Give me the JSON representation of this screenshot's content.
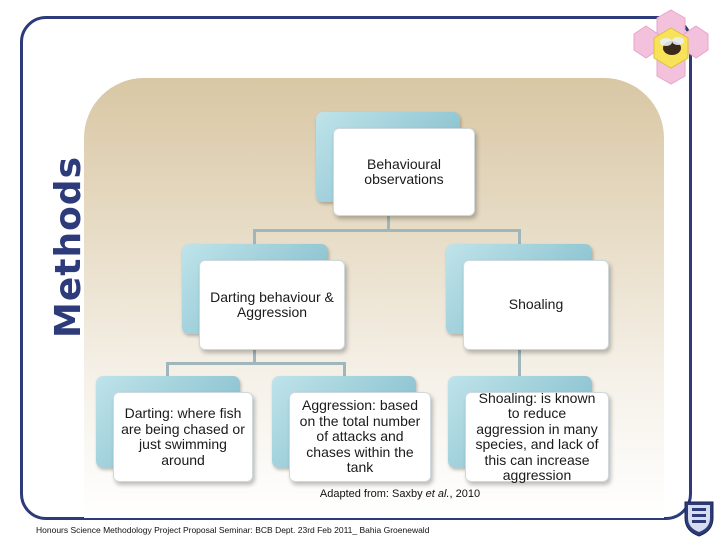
{
  "side_title": "Methods",
  "diagram": {
    "root": "Behavioural observations",
    "level1": [
      "Darting behaviour & Aggression",
      "Shoaling"
    ],
    "level2": [
      "Darting: where fish are being chased or just swimming around",
      "Aggression: based on the total number of attacks and chases within the tank",
      "Shoaling: is known to reduce aggression in many species, and lack of this can increase aggression"
    ]
  },
  "caption": {
    "prefix": "Adapted from: Saxby ",
    "italic": "et al.",
    "suffix": ", 2010"
  },
  "footer": "Honours Science Methodology Project Proposal Seminar: BCB Dept. 23rd Feb 2011_ Bahia Groenewald",
  "icons": [
    "flower-bee-icon",
    "crest-icon"
  ],
  "colors": {
    "frame": "#2e3b7a",
    "panel": "#d9c7a4",
    "box_accent": "#79b8c7"
  }
}
